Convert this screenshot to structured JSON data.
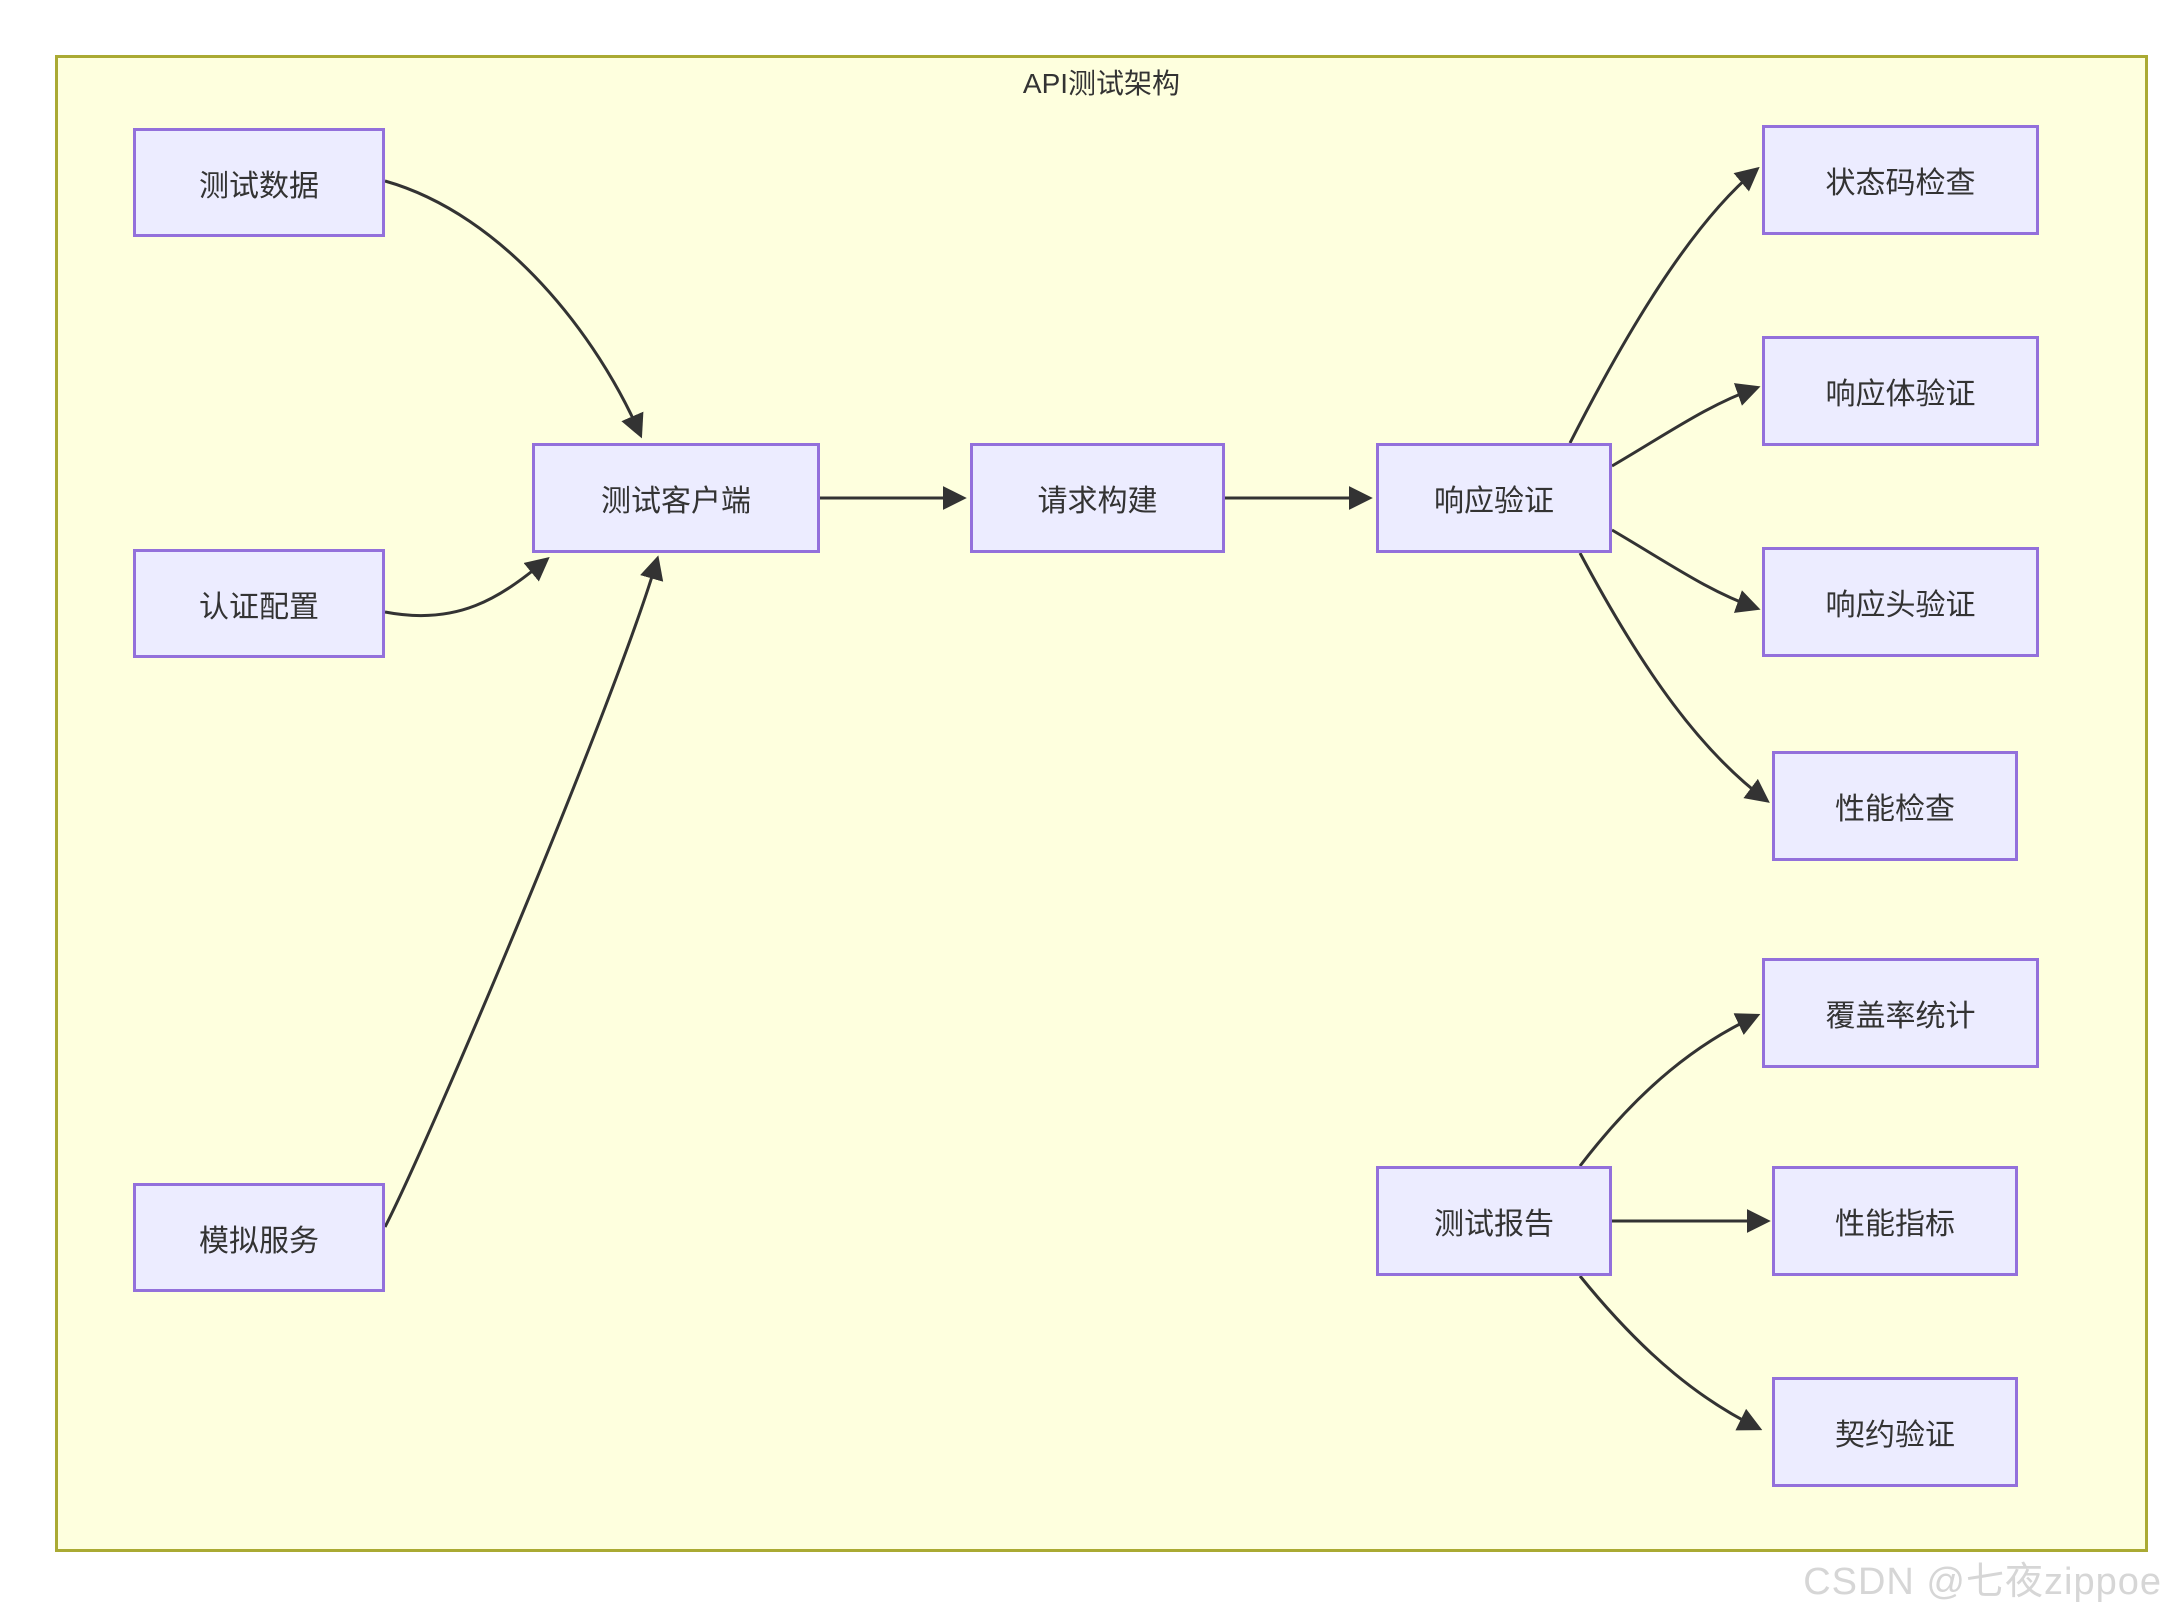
{
  "diagram": {
    "title": "API测试架构",
    "nodes": {
      "test_data": {
        "label": "测试数据"
      },
      "auth_config": {
        "label": "认证配置"
      },
      "mock_service": {
        "label": "模拟服务"
      },
      "test_client": {
        "label": "测试客户端"
      },
      "request_build": {
        "label": "请求构建"
      },
      "response_validation": {
        "label": "响应验证"
      },
      "status_code_check": {
        "label": "状态码检查"
      },
      "response_body_validation": {
        "label": "响应体验证"
      },
      "response_header_validation": {
        "label": "响应头验证"
      },
      "performance_check": {
        "label": "性能检查"
      },
      "coverage_stats": {
        "label": "覆盖率统计"
      },
      "test_report": {
        "label": "测试报告"
      },
      "performance_metrics": {
        "label": "性能指标"
      },
      "contract_validation": {
        "label": "契约验证"
      }
    },
    "edges": [
      {
        "from": "test_data",
        "to": "test_client"
      },
      {
        "from": "auth_config",
        "to": "test_client"
      },
      {
        "from": "mock_service",
        "to": "test_client"
      },
      {
        "from": "test_client",
        "to": "request_build"
      },
      {
        "from": "request_build",
        "to": "response_validation"
      },
      {
        "from": "response_validation",
        "to": "status_code_check"
      },
      {
        "from": "response_validation",
        "to": "response_body_validation"
      },
      {
        "from": "response_validation",
        "to": "response_header_validation"
      },
      {
        "from": "response_validation",
        "to": "performance_check"
      },
      {
        "from": "test_report",
        "to": "coverage_stats"
      },
      {
        "from": "test_report",
        "to": "performance_metrics"
      },
      {
        "from": "test_report",
        "to": "contract_validation"
      }
    ],
    "colors": {
      "canvas_bg": "#feffde",
      "canvas_border": "#aaaa33",
      "node_fill": "#ececff",
      "node_border": "#9370db",
      "text": "#333333",
      "edge": "#333333"
    }
  },
  "watermark": "CSDN @七夜zippoe"
}
